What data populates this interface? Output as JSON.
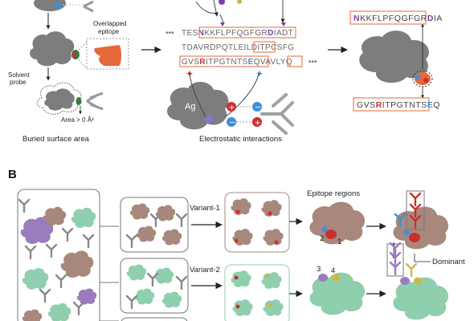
{
  "panel_a": {
    "overlapped_epitope": "Overlapped\nepitope",
    "solvent_probe": "Solvent\nprobe",
    "area_label": "Area > 0 Å²",
    "caption_buried": "Buried surface area",
    "caption_electro": "Electrostatic interactions",
    "ag_label": "Ag",
    "seq_line1": "TESNKKFLPFQGFGRDIADT",
    "seq_line2": "TDAVRDPQTLEILDITPCSFG",
    "seq_line3": "GVSRITPGTNTSEQVAVLYQ",
    "dots": "•••",
    "right_seq_top": "NKKFLPFQGFGRDIA",
    "right_seq_bottom": "GVSRITPGTNTSEQ"
  },
  "panel_b": {
    "letter": "B",
    "variant1": "Variant-1",
    "variant2": "Variant-2",
    "epitope_regions": "Epitope regions",
    "dominant": "Dominant",
    "n1": "1",
    "n2": "2",
    "n3": "3",
    "n4": "4"
  },
  "colors": {
    "antigen_gray": "#7d7d7d",
    "antigen_brown": "#a8877c",
    "antigen_green": "#8fcfae",
    "antigen_purple": "#9a7bbd",
    "highlight_red": "#c9302c",
    "highlight_blue": "#3f8fd8",
    "box_orange": "#e4683a",
    "antibody_gray": "#a0a0a0"
  }
}
